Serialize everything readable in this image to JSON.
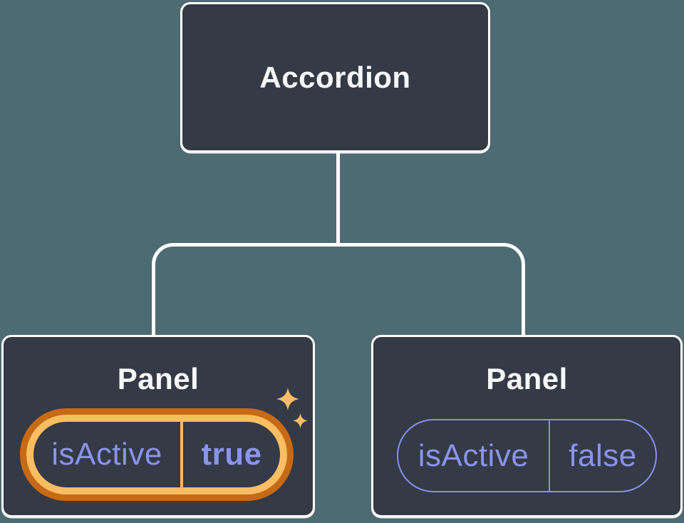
{
  "diagram": {
    "type": "component-tree",
    "background_color": "#4E6A73",
    "node_fill": "#343A46",
    "node_border_color": "#FFFFFF",
    "connector_color": "#FFFFFF",
    "heading_text_color": "#F6F7F9",
    "state_text_color": "#8A94EC",
    "root": {
      "label": "Accordion"
    },
    "children": [
      {
        "label": "Panel",
        "state": {
          "key": "isActive",
          "value": "true"
        },
        "highlighted": true,
        "highlight": {
          "outer_ring_color": "#C76A15",
          "inner_ring_color": "#FABD62",
          "divider_color": "#F5B763",
          "sparkle_color": "#F9BE67",
          "icon": "sparkles-icon"
        }
      },
      {
        "label": "Panel",
        "state": {
          "key": "isActive",
          "value": "false"
        },
        "highlighted": false,
        "pill_border_color": "#8891EC"
      }
    ]
  }
}
